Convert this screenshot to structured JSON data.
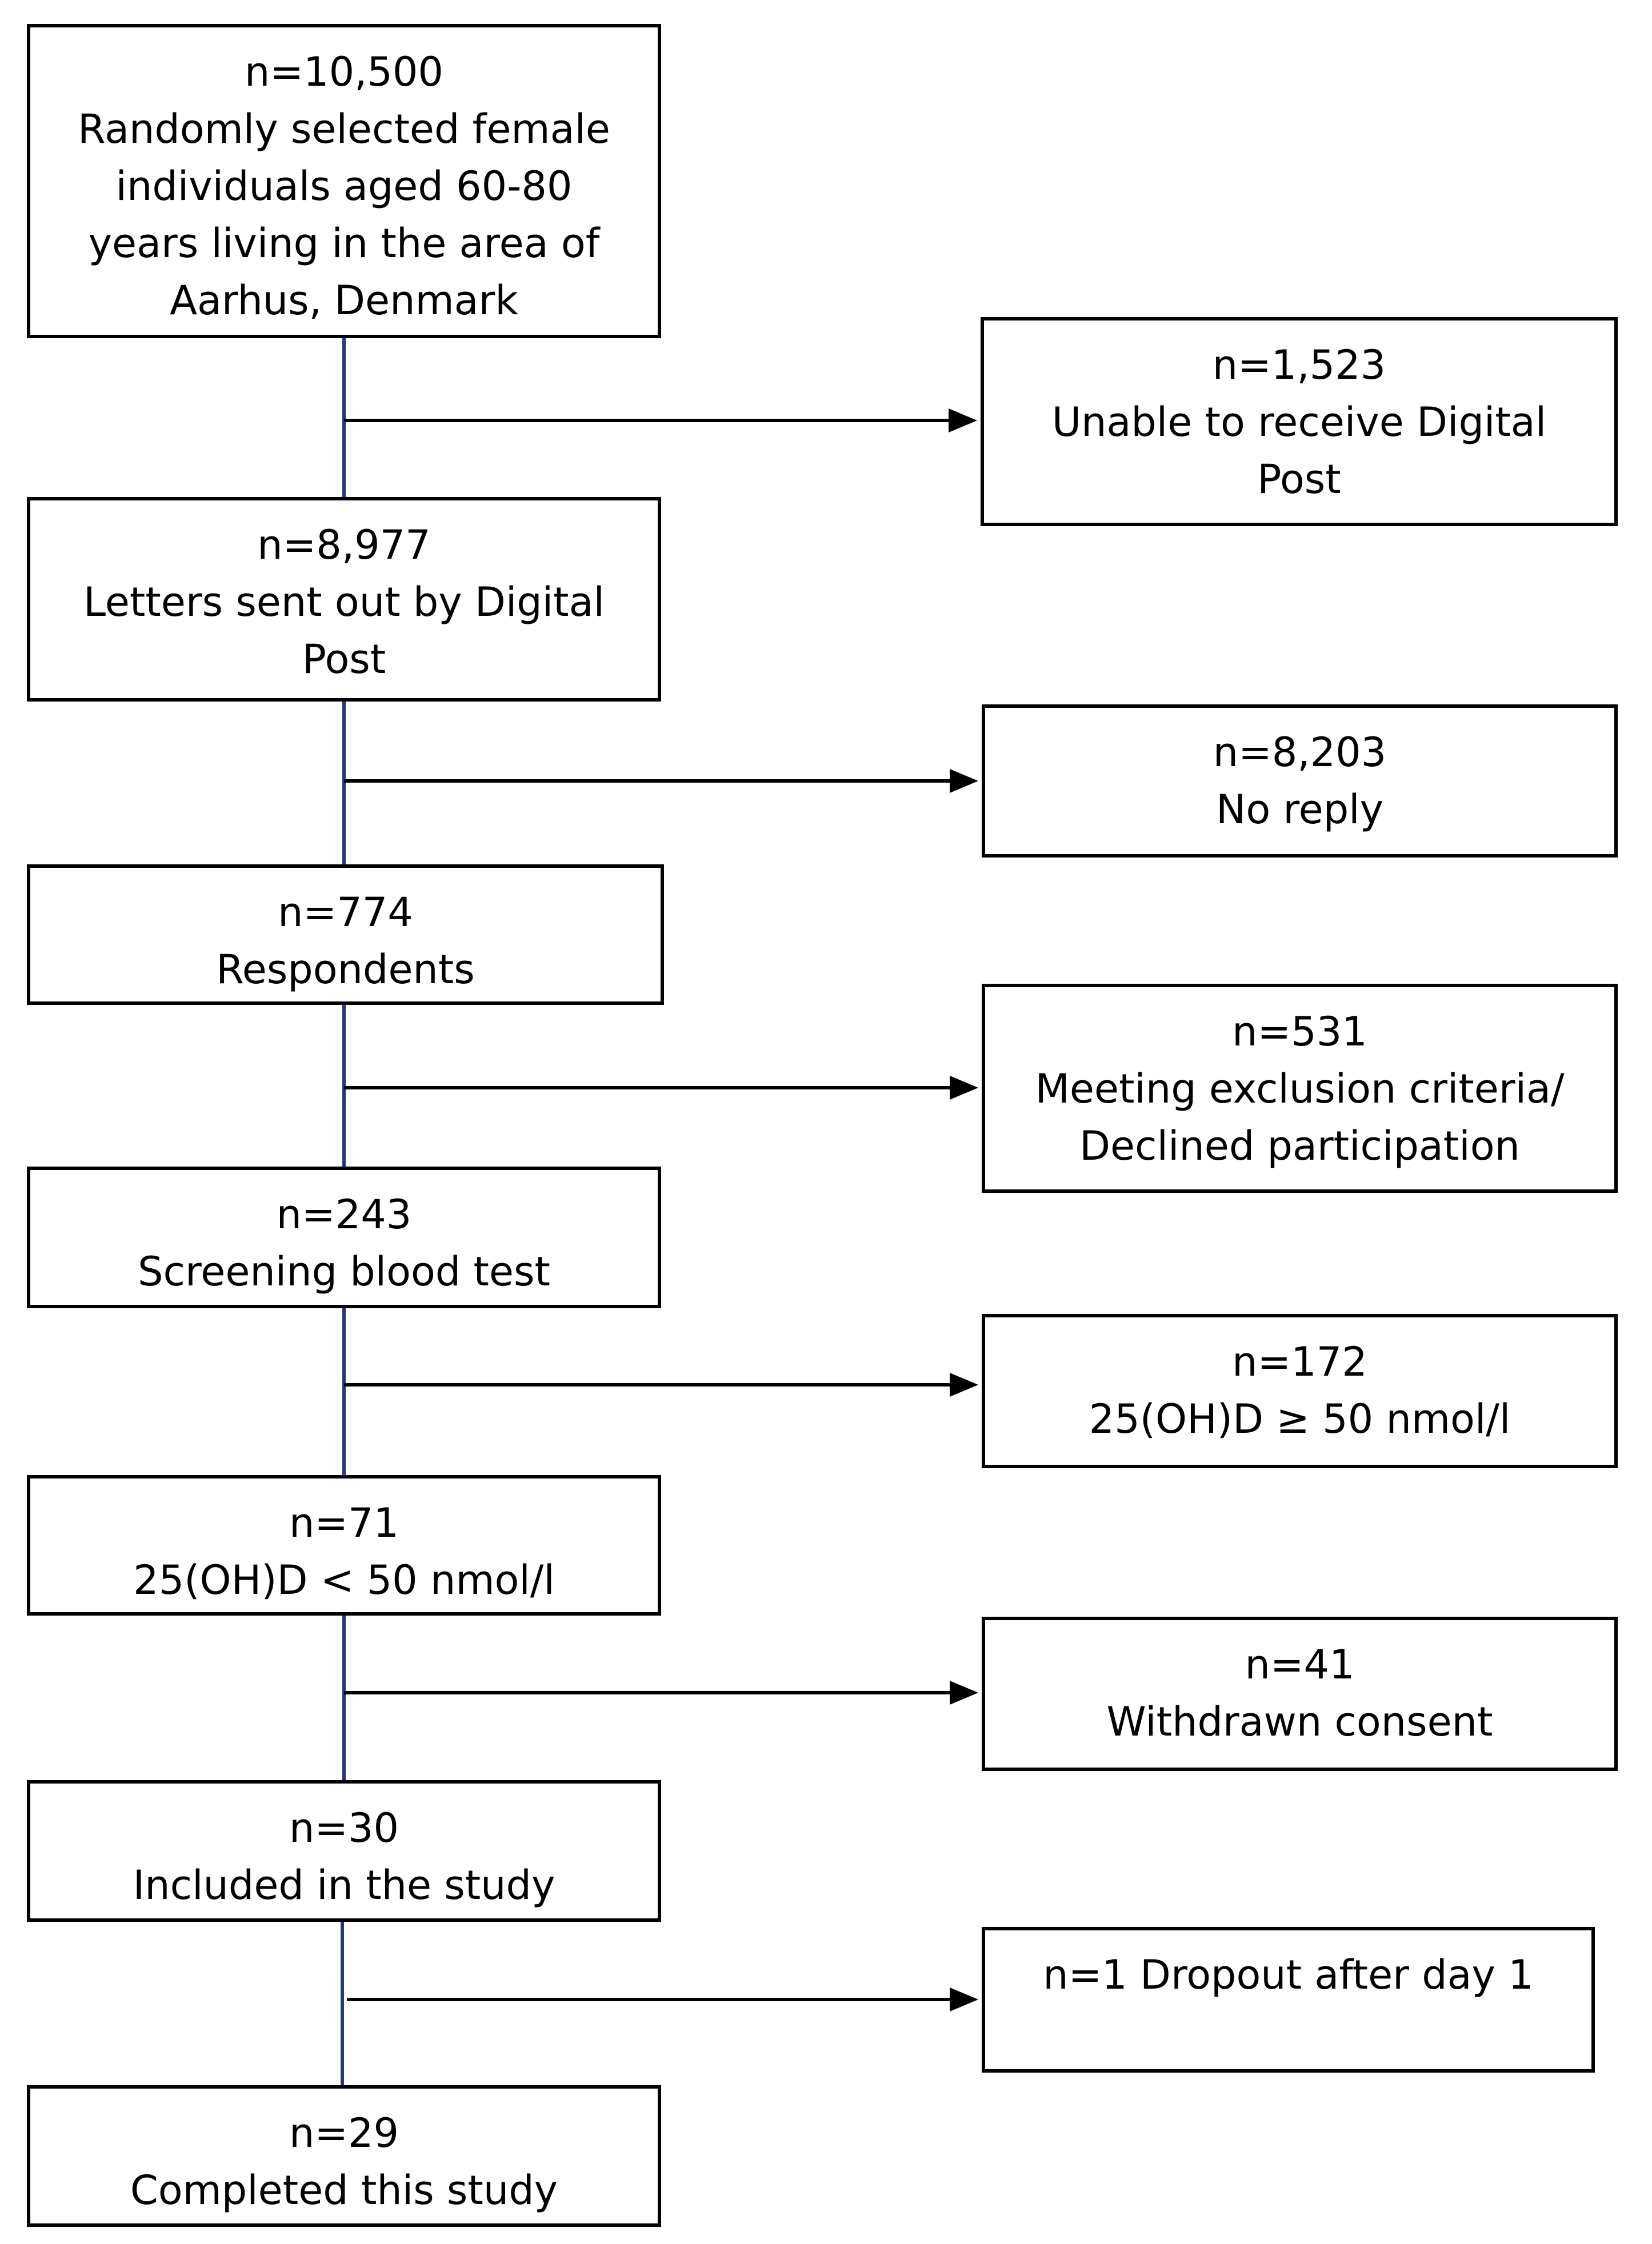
{
  "colors": {
    "box_border": "#000000",
    "vertical_line": "#1F3A7A",
    "arrow": "#000000",
    "background": "#ffffff"
  },
  "flow": {
    "main": [
      {
        "count": "n=10,500",
        "lines": [
          "Randomly selected female",
          "individuals aged 60-80",
          "years living in the area of",
          "Aarhus, Denmark"
        ]
      },
      {
        "count": "n=8,977",
        "lines": [
          "Letters sent out by Digital",
          "Post"
        ]
      },
      {
        "count": "n=774",
        "lines": [
          "Respondents"
        ]
      },
      {
        "count": "n=243",
        "lines": [
          "Screening blood test"
        ]
      },
      {
        "count": "n=71",
        "lines": [
          "25(OH)D < 50 nmol/l"
        ]
      },
      {
        "count": "n=30",
        "lines": [
          "Included in the study"
        ]
      },
      {
        "count": "n=29",
        "lines": [
          "Completed this study"
        ]
      }
    ],
    "excluded": [
      {
        "count": "n=1,523",
        "lines": [
          "Unable to receive Digital",
          "Post"
        ]
      },
      {
        "count": "n=8,203",
        "lines": [
          "No reply"
        ]
      },
      {
        "count": "n=531",
        "lines": [
          "Meeting exclusion criteria/",
          "Declined participation"
        ]
      },
      {
        "count": "n=172",
        "lines": [
          "25(OH)D ≥ 50 nmol/l"
        ]
      },
      {
        "count": "n=41",
        "lines": [
          "Withdrawn consent"
        ]
      },
      {
        "count": "n=1 Dropout after day 1",
        "lines": []
      }
    ]
  }
}
